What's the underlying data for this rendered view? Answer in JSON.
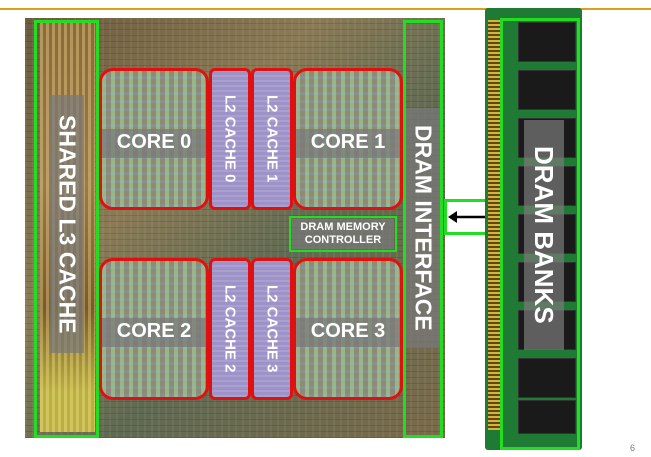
{
  "diagram": {
    "die_regions": {
      "shared_l3": "SHARED L3 CACHE",
      "core0": "CORE 0",
      "core1": "CORE 1",
      "core2": "CORE 2",
      "core3": "CORE 3",
      "l2_0": "L2 CACHE 0",
      "l2_1": "L2 CACHE 1",
      "l2_2": "L2 CACHE 2",
      "l2_3": "L2 CACHE 3",
      "memctrl_line1": "DRAM MEMORY",
      "memctrl_line2": "CONTROLLER",
      "dram_interface": "DRAM INTERFACE"
    },
    "dram_banks": "DRAM BANKS",
    "page_number": "6",
    "colors": {
      "highlight_green": "#22dd22",
      "core_red": "#e01010",
      "accent_line": "#d7a21b"
    }
  }
}
